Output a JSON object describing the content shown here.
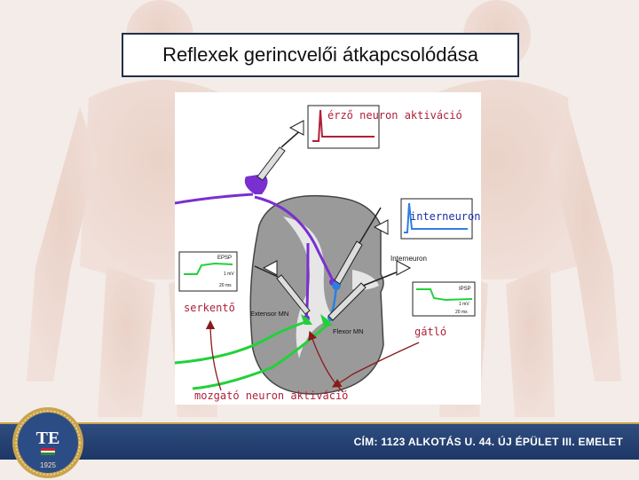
{
  "title": "Reflexek gerincvelői átkapcsolódása",
  "diagram": {
    "sensory_label": "érző neuron aktiváció",
    "interneuron_label_blue": "interneuron",
    "interneuron_label": "Interneuron",
    "extensor_label": "Extensor MN",
    "flexor_label": "Flexor MN",
    "excitatory_label": "serkentő",
    "inhibitory_label": "gátló",
    "motor_label": "mozgató neuron aktiváció",
    "epsp_label": "EPSP",
    "ipsp_label": "IPSP",
    "scale_mv_left": "1 mV",
    "scale_ms_left": "20 ms",
    "scale_mv_right": "1 mV",
    "scale_ms_right": "20 ms"
  },
  "logo": {
    "monogram": "TE",
    "year": "1925"
  },
  "footer": {
    "address": "CÍM: 1123 ALKOTÁS U. 44. ÚJ ÉPÜLET III. EMELET"
  },
  "colors": {
    "sensory": "#7a2fd0",
    "motor": "#22d13a",
    "interneuron": "#2e7fe0",
    "footer": "#23406f",
    "title_border": "#1f2f4a"
  }
}
